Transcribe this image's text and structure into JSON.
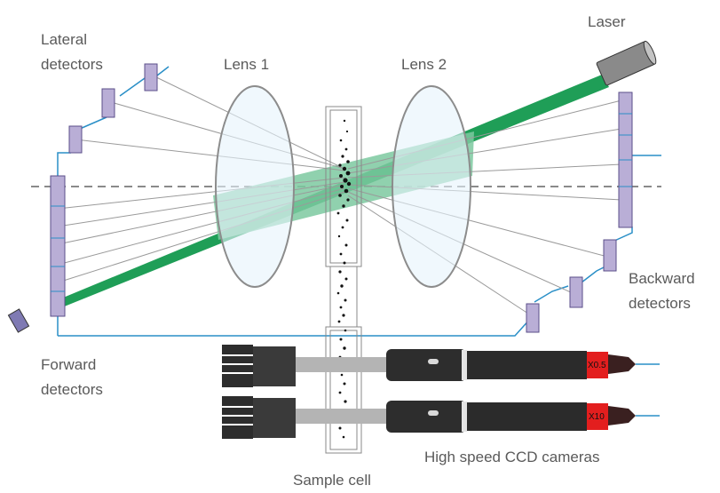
{
  "labels": {
    "laser": "Laser",
    "lateral_detectors_line1": "Lateral",
    "lateral_detectors_line2": "detectors",
    "lens_1": "Lens 1",
    "lens_2": "Lens 2",
    "backward_detectors_line1": "Backward",
    "backward_detectors_line2": "detectors",
    "forward_detectors_line1": "Forward",
    "forward_detectors_line2": "detectors",
    "high_speed_ccd_cameras": "High speed CCD cameras",
    "sample_cell": "Sample cell"
  },
  "cameras": {
    "top_lens_tag": "X0.5",
    "bottom_lens_tag": "X10"
  },
  "colors": {
    "laser_beam": "#1f9e57",
    "laser_beam_through_lens": "#7cc9a0",
    "lens_fill": "#e6f4fb",
    "lens_stroke": "#8c8c8c",
    "detector_fill": "#b9aed6",
    "detector_stroke": "#5b4f8a",
    "wire": "#2a8fc7",
    "ray": "#9a9a9a",
    "axis": "#444444",
    "camera_body": "#2d2d2d",
    "camera_tag": "#e31e1e"
  }
}
